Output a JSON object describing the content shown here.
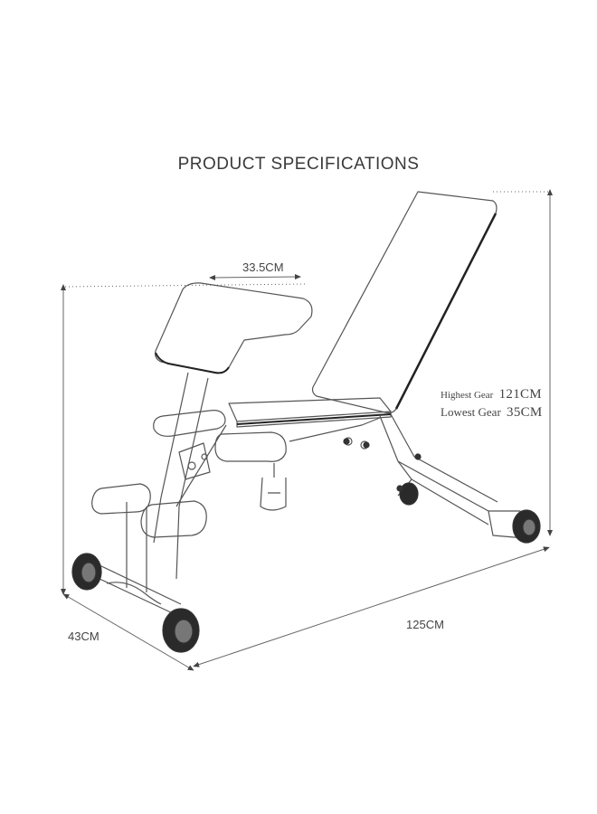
{
  "title": "PRODUCT SPECIFICATIONS",
  "dimensions": {
    "seat_width": "33.5CM",
    "base_width": "43CM",
    "length": "125CM",
    "highest_gear_label": "Highest Gear",
    "highest_gear_value": "121CM",
    "lowest_gear_label": "Lowest Gear",
    "lowest_gear_value": "35CM"
  },
  "colors": {
    "line": "#555555",
    "pad": "#2a2a2a",
    "dim": "#666666"
  }
}
